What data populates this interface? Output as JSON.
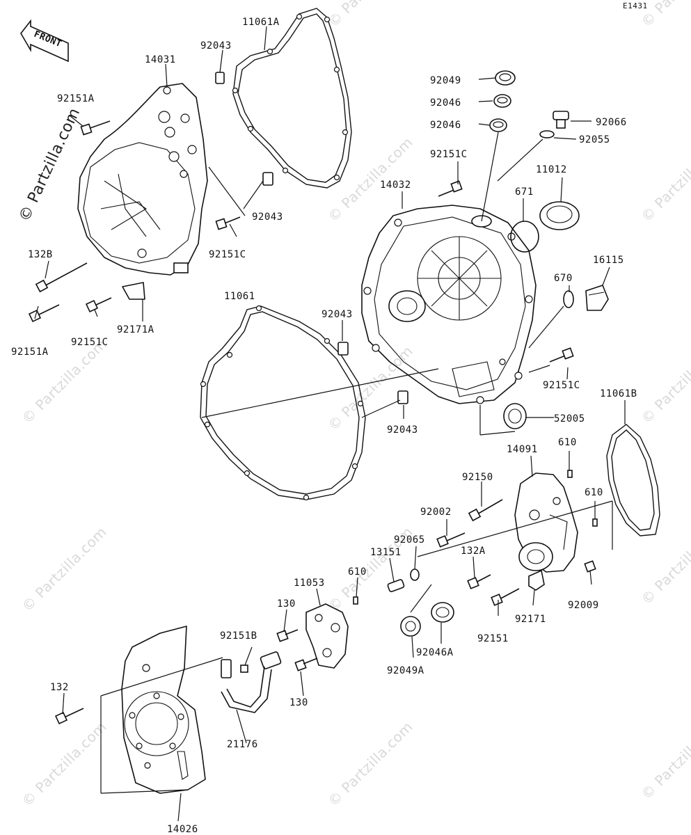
{
  "code": "E1431",
  "front_label": "FRONT",
  "watermark": "© Partzilla.com",
  "labels": {
    "l_11061A": "11061A",
    "l_92043_a": "92043",
    "l_14031": "14031",
    "l_92151A_a": "92151A",
    "l_92043_b": "92043",
    "l_92151C_a": "92151C",
    "l_132B": "132B",
    "l_92151A_b": "92151A",
    "l_92151C_b": "92151C",
    "l_92171A": "92171A",
    "l_92049": "92049",
    "l_92046_a": "92046",
    "l_92046_b": "92046",
    "l_92066": "92066",
    "l_92055": "92055",
    "l_92151C_c": "92151C",
    "l_11012": "11012",
    "l_14032": "14032",
    "l_671": "671",
    "l_16115": "16115",
    "l_670": "670",
    "l_11061": "11061",
    "l_92043_c": "92043",
    "l_92151C_d": "92151C",
    "l_92043_d": "92043",
    "l_11061B": "11061B",
    "l_52005": "52005",
    "l_14091": "14091",
    "l_610_a": "610",
    "l_92150": "92150",
    "l_610_b": "610",
    "l_92002": "92002",
    "l_92065": "92065",
    "l_13151": "13151",
    "l_132A": "132A",
    "l_11053": "11053",
    "l_610_c": "610",
    "l_92009": "92009",
    "l_130_a": "130",
    "l_92171": "92171",
    "l_92151B": "92151B",
    "l_92151": "92151",
    "l_92046A": "92046A",
    "l_132": "132",
    "l_130_b": "130",
    "l_92049A": "92049A",
    "l_21176": "21176",
    "l_14026": "14026"
  }
}
